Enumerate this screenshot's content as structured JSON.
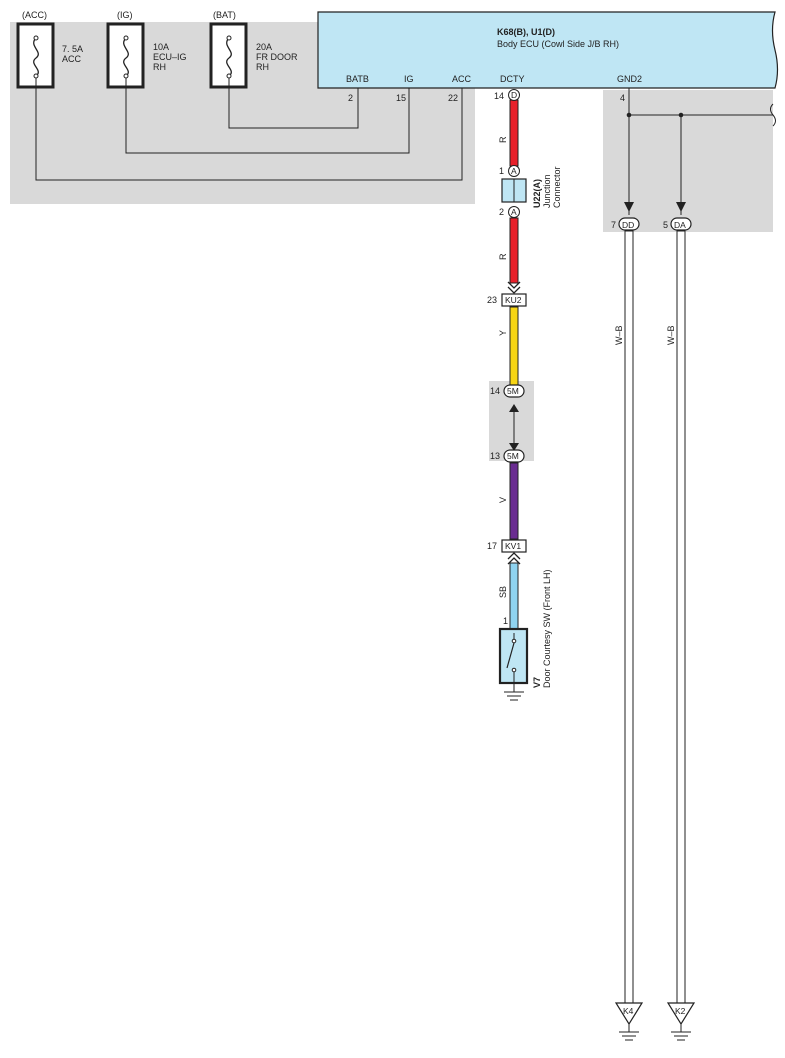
{
  "fuses": [
    {
      "source": "(ACC)",
      "rating": "7. 5A",
      "name": "ACC",
      "name2": ""
    },
    {
      "source": "(IG)",
      "rating": "10A",
      "name": "ECU–IG",
      "name2": "RH"
    },
    {
      "source": "(BAT)",
      "rating": "20A",
      "name": "FR DOOR",
      "name2": "RH"
    }
  ],
  "ecu": {
    "code": "K68(B), U1(D)",
    "name": "Body ECU (Cowl Side J/B RH)",
    "pins": [
      {
        "label": "BATB",
        "number": "2"
      },
      {
        "label": "IG",
        "number": "15"
      },
      {
        "label": "ACC",
        "number": "22"
      },
      {
        "label": "DCTY",
        "number": "14"
      },
      {
        "label": "GND2",
        "number": "4"
      }
    ],
    "dcty_connector": "D"
  },
  "junction": {
    "code": "U22(A)",
    "name": "Junction",
    "name2": "Connector",
    "pin_top": "1",
    "pin_bottom": "2",
    "letter": "A"
  },
  "wire_colors": {
    "R": "#e8202a",
    "Y": "#f7d514",
    "V": "#6a2c91",
    "SB": "#8fd3f0",
    "WB": "#ffffff"
  },
  "wire_labels": {
    "r1": "R",
    "r2": "R",
    "y": "Y",
    "v": "V",
    "sb": "SB",
    "wb1": "W–B",
    "wb2": "W–B"
  },
  "connectors": [
    {
      "id": "KU2",
      "pin": "23"
    },
    {
      "id": "5M",
      "pin": "14"
    },
    {
      "id": "5M",
      "pin": "13"
    },
    {
      "id": "KV1",
      "pin": "17"
    },
    {
      "id": "DD",
      "pin": "7"
    },
    {
      "id": "DA",
      "pin": "5"
    }
  ],
  "switch": {
    "code": "V7",
    "name": "Door Courtesy SW (Front LH)",
    "pin": "1"
  },
  "grounds": [
    "K4",
    "K2"
  ]
}
